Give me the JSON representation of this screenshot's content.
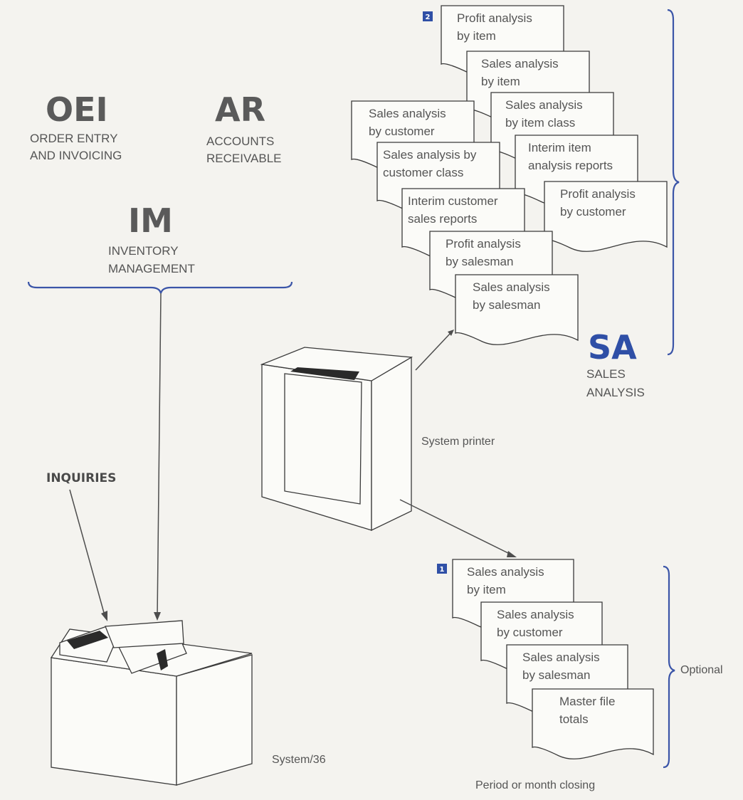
{
  "modules": {
    "oei": {
      "abbr": "OEI",
      "line1": "ORDER ENTRY",
      "line2": "AND INVOICING"
    },
    "ar": {
      "abbr": "AR",
      "line1": "ACCOUNTS",
      "line2": "RECEIVABLE"
    },
    "im": {
      "abbr": "IM",
      "line1": "INVENTORY",
      "line2": "MANAGEMENT"
    },
    "sa": {
      "abbr": "SA",
      "line1": "SALES",
      "line2": "ANALYSIS"
    }
  },
  "inquiries_label": "INQUIRIES",
  "system_printer_label": "System printer",
  "system36_label": "System/36",
  "optional_label": "Optional",
  "period_closing_label": "Period or month closing",
  "group2": {
    "badge": "2",
    "reports": [
      {
        "line1": "Profit analysis",
        "line2": "by item"
      },
      {
        "line1": "Sales analysis",
        "line2": "by item"
      },
      {
        "line1": "Sales analysis",
        "line2": "by item class"
      },
      {
        "line1": "Sales analysis",
        "line2": "by customer"
      },
      {
        "line1": "Sales analysis by",
        "line2": "customer class"
      },
      {
        "line1": "Interim item",
        "line2": "analysis reports"
      },
      {
        "line1": "Profit analysis",
        "line2": "by customer"
      },
      {
        "line1": "Interim customer",
        "line2": "sales reports"
      },
      {
        "line1": "Profit analysis",
        "line2": "by salesman"
      },
      {
        "line1": "Sales analysis",
        "line2": "by salesman"
      }
    ]
  },
  "group1": {
    "badge": "1",
    "reports": [
      {
        "line1": "Sales analysis",
        "line2": "by item"
      },
      {
        "line1": "Sales analysis",
        "line2": "by customer"
      },
      {
        "line1": "Sales analysis",
        "line2": "by salesman"
      },
      {
        "line1": "Master file",
        "line2": "totals"
      }
    ]
  },
  "colors": {
    "accent": "#2f4fa6",
    "line": "#3a3a3a",
    "background": "#f4f3ef"
  }
}
